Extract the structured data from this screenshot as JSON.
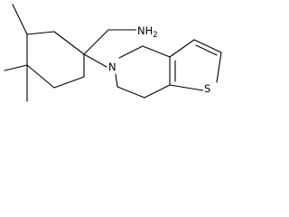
{
  "molecule": {
    "labels": {
      "amine": "NH",
      "amine_subscript": "2",
      "nitrogen": "N",
      "sulfur": "S"
    },
    "colors": {
      "background": "#ffffff",
      "bond": "#000000",
      "text": "#000000"
    }
  }
}
